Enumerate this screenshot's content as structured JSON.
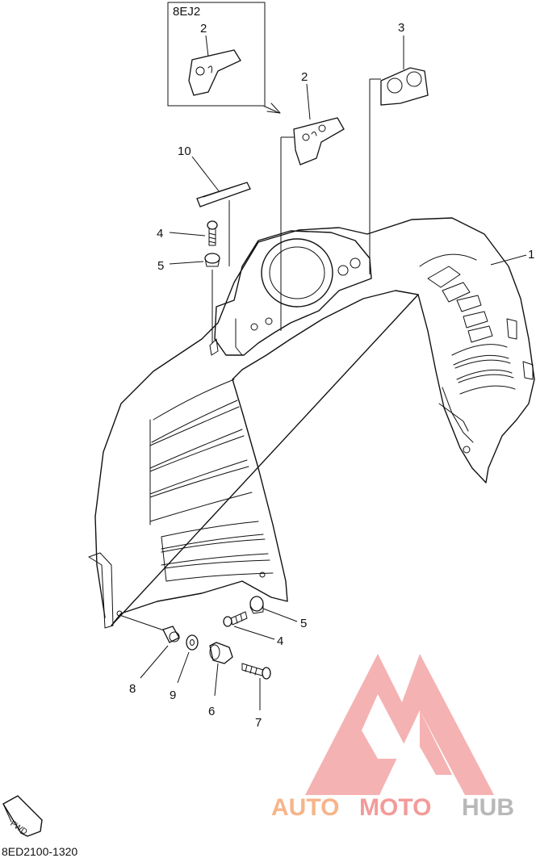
{
  "diagram": {
    "variant_label": "8EJ2",
    "code": "8ED2100-1320",
    "fwd_label": "FWD",
    "callouts": {
      "p1": "1",
      "p2a": "2",
      "p2b": "2",
      "p3": "3",
      "p4a": "4",
      "p4b": "4",
      "p5a": "5",
      "p5b": "5",
      "p6": "6",
      "p7": "7",
      "p8": "8",
      "p9": "9",
      "p10": "10"
    }
  },
  "watermark": {
    "part1": "AUTO",
    "part2": "MOTO",
    "part3": "HUB",
    "colors": {
      "auto": "#f7b48a",
      "moto": "#f39a9a",
      "hub": "#b9b9b9",
      "logo": "#f08a8a"
    }
  }
}
